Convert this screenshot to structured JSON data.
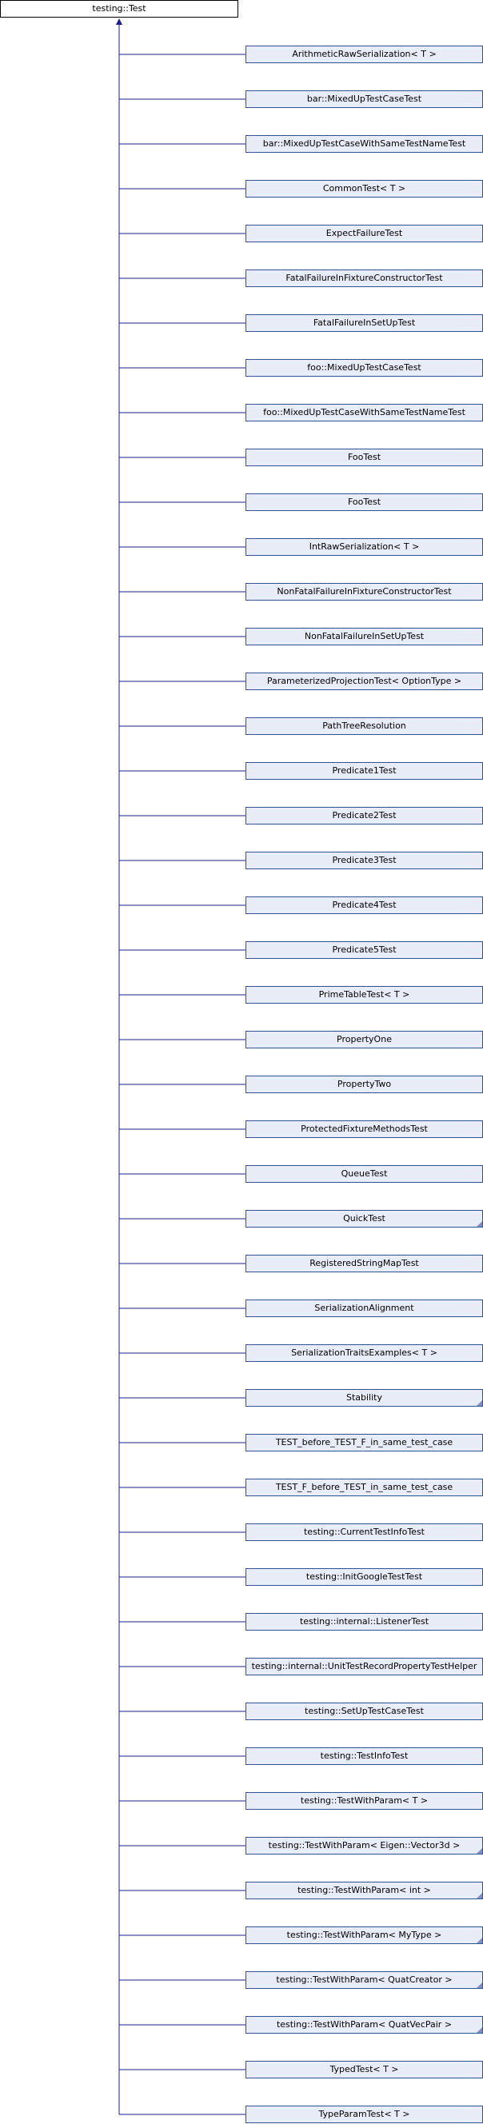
{
  "diagram": {
    "root": {
      "label": "testing::Test"
    },
    "edge_color": "#1d1d8f",
    "node_fill": "#e8ecf7",
    "node_border": "#39518f",
    "children": [
      {
        "label": "ArithmeticRawSerialization< T >",
        "has_more": false
      },
      {
        "label": "bar::MixedUpTestCaseTest",
        "has_more": false
      },
      {
        "label": "bar::MixedUpTestCaseWithSameTestNameTest",
        "has_more": false
      },
      {
        "label": "CommonTest< T >",
        "has_more": false
      },
      {
        "label": "ExpectFailureTest",
        "has_more": false
      },
      {
        "label": "FatalFailureInFixtureConstructorTest",
        "has_more": false
      },
      {
        "label": "FatalFailureInSetUpTest",
        "has_more": false
      },
      {
        "label": "foo::MixedUpTestCaseTest",
        "has_more": false
      },
      {
        "label": "foo::MixedUpTestCaseWithSameTestNameTest",
        "has_more": false
      },
      {
        "label": "FooTest",
        "has_more": false
      },
      {
        "label": "FooTest",
        "has_more": false
      },
      {
        "label": "IntRawSerialization< T >",
        "has_more": false
      },
      {
        "label": "NonFatalFailureInFixtureConstructorTest",
        "has_more": false
      },
      {
        "label": "NonFatalFailureInSetUpTest",
        "has_more": false
      },
      {
        "label": "ParameterizedProjectionTest< OptionType >",
        "has_more": false
      },
      {
        "label": "PathTreeResolution",
        "has_more": false
      },
      {
        "label": "Predicate1Test",
        "has_more": false
      },
      {
        "label": "Predicate2Test",
        "has_more": false
      },
      {
        "label": "Predicate3Test",
        "has_more": false
      },
      {
        "label": "Predicate4Test",
        "has_more": false
      },
      {
        "label": "Predicate5Test",
        "has_more": false
      },
      {
        "label": "PrimeTableTest< T >",
        "has_more": false
      },
      {
        "label": "PropertyOne",
        "has_more": false
      },
      {
        "label": "PropertyTwo",
        "has_more": false
      },
      {
        "label": "ProtectedFixtureMethodsTest",
        "has_more": false
      },
      {
        "label": "QueueTest",
        "has_more": false
      },
      {
        "label": "QuickTest",
        "has_more": true
      },
      {
        "label": "RegisteredStringMapTest",
        "has_more": false
      },
      {
        "label": "SerializationAlignment",
        "has_more": false
      },
      {
        "label": "SerializationTraitsExamples< T >",
        "has_more": false
      },
      {
        "label": "Stability",
        "has_more": true
      },
      {
        "label": "TEST_before_TEST_F_in_same_test_case",
        "has_more": false
      },
      {
        "label": "TEST_F_before_TEST_in_same_test_case",
        "has_more": false
      },
      {
        "label": "testing::CurrentTestInfoTest",
        "has_more": false
      },
      {
        "label": "testing::InitGoogleTestTest",
        "has_more": false
      },
      {
        "label": "testing::internal::ListenerTest",
        "has_more": false
      },
      {
        "label": "testing::internal::UnitTestRecordPropertyTestHelper",
        "has_more": false
      },
      {
        "label": "testing::SetUpTestCaseTest",
        "has_more": false
      },
      {
        "label": "testing::TestInfoTest",
        "has_more": false
      },
      {
        "label": "testing::TestWithParam< T >",
        "has_more": false
      },
      {
        "label": "testing::TestWithParam< Eigen::Vector3d >",
        "has_more": true
      },
      {
        "label": "testing::TestWithParam< int >",
        "has_more": true
      },
      {
        "label": "testing::TestWithParam< MyType >",
        "has_more": true
      },
      {
        "label": "testing::TestWithParam< QuatCreator >",
        "has_more": true
      },
      {
        "label": "testing::TestWithParam< QuatVecPair >",
        "has_more": true
      },
      {
        "label": "TypedTest< T >",
        "has_more": false
      },
      {
        "label": "TypeParamTest< T >",
        "has_more": false
      }
    ]
  }
}
